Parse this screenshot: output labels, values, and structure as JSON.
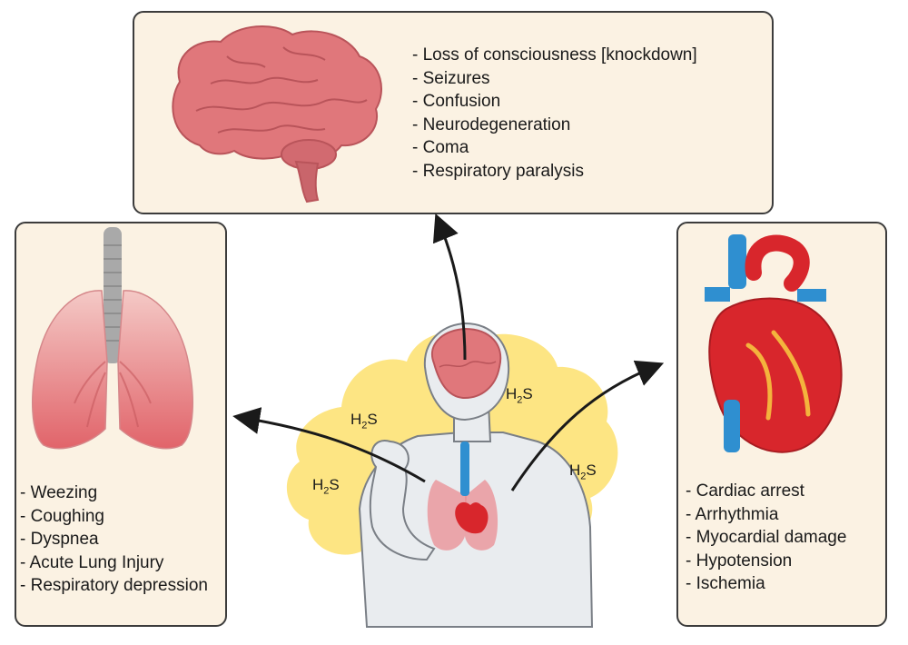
{
  "brain_symptoms": [
    "- Loss of consciousness [knockdown]",
    "- Seizures",
    "- Confusion",
    "- Neurodegeneration",
    "- Coma",
    "- Respiratory paralysis"
  ],
  "lung_symptoms": [
    "- Weezing",
    "- Coughing",
    "- Dyspnea",
    "- Acute Lung Injury",
    "- Respiratory depression"
  ],
  "heart_symptoms": [
    "- Cardiac arrest",
    "- Arrhythmia",
    "- Myocardial damage",
    "- Hypotension",
    "- Ischemia"
  ],
  "gas_label": {
    "main": "H",
    "sub": "2",
    "tail": "S"
  },
  "colors": {
    "panel_bg": "#fbf2e3",
    "cloud": "#fde583",
    "brain": "#e0777b",
    "lung": "#e1646a",
    "heart_red": "#d8262c",
    "vessel_blue": "#2f8fd0",
    "skin": "#e9ecef"
  }
}
